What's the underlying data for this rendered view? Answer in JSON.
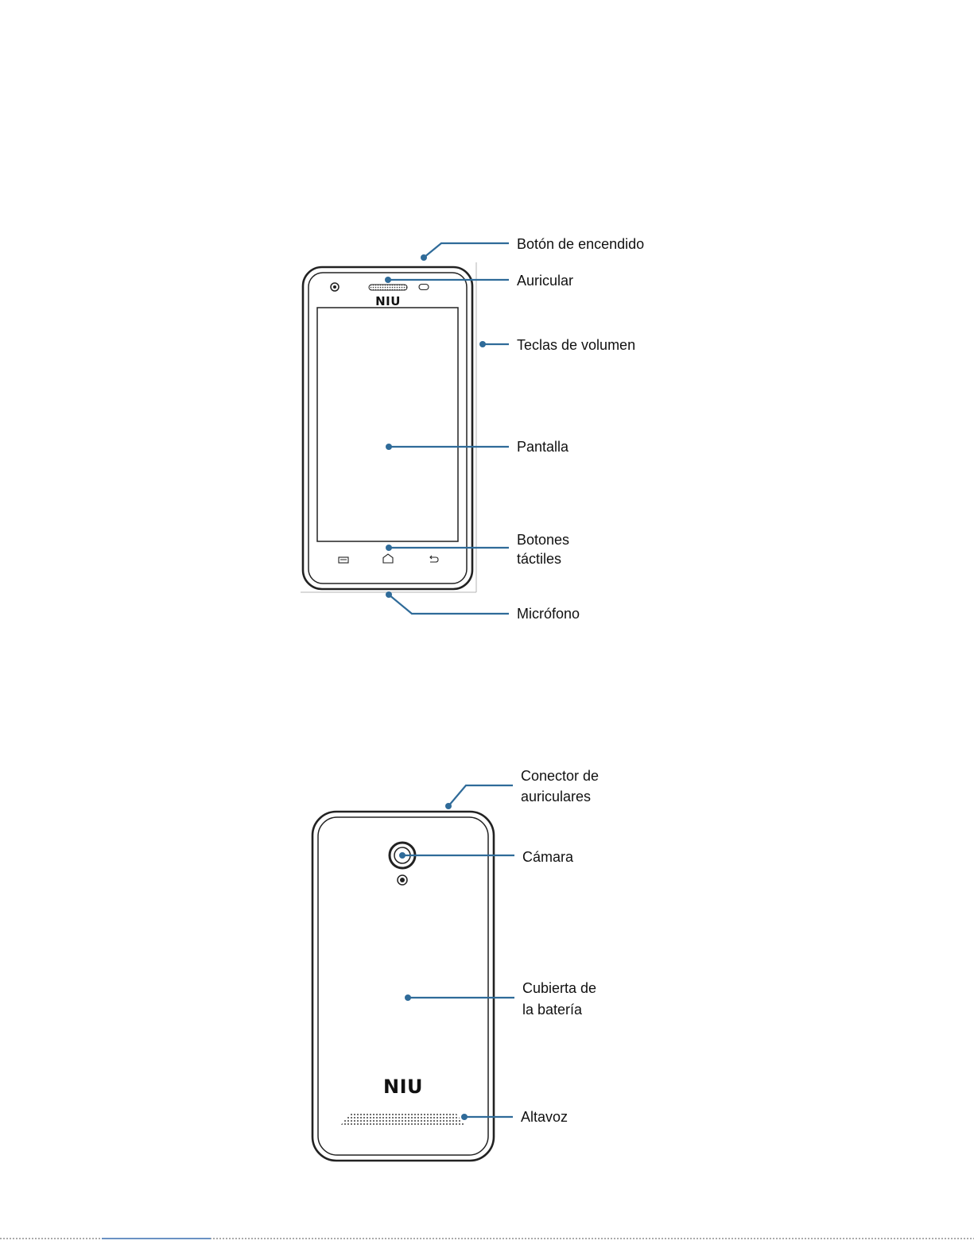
{
  "colors": {
    "callout": "#2f6b99",
    "outline": "#222222",
    "guide": "#b5b5b5",
    "footer_rule": "#3a6fb0"
  },
  "front_view": {
    "logo_text": "NIU",
    "icons": [
      "front-camera-icon",
      "earpiece-grille-icon",
      "proximity-sensor-icon",
      "menu-icon",
      "home-icon",
      "back-icon"
    ],
    "labels": {
      "power_button": "Botón de encendido",
      "earpiece": "Auricular",
      "volume_keys": "Teclas de volumen",
      "screen": "Pantalla",
      "touch_buttons": [
        "Botones",
        "táctiles"
      ],
      "microphone": "Micrófono"
    }
  },
  "back_view": {
    "logo_text": "NIU",
    "icons": [
      "rear-camera-icon",
      "flash-icon",
      "speaker-grille-icon"
    ],
    "labels": {
      "headphone_jack": [
        "Conector de",
        "auriculares"
      ],
      "camera": "Cámara",
      "battery_cover": [
        "Cubierta de",
        "la batería"
      ],
      "speaker": "Altavoz"
    }
  }
}
